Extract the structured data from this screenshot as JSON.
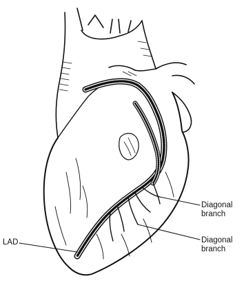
{
  "labels": {
    "diagonal_branch_1": "Diagonal\nbranch",
    "diagonal_branch_2": "Diagonal\nbranch",
    "lad": "LAD"
  },
  "colors": {
    "ink": "#111111",
    "background": "#ffffff"
  }
}
